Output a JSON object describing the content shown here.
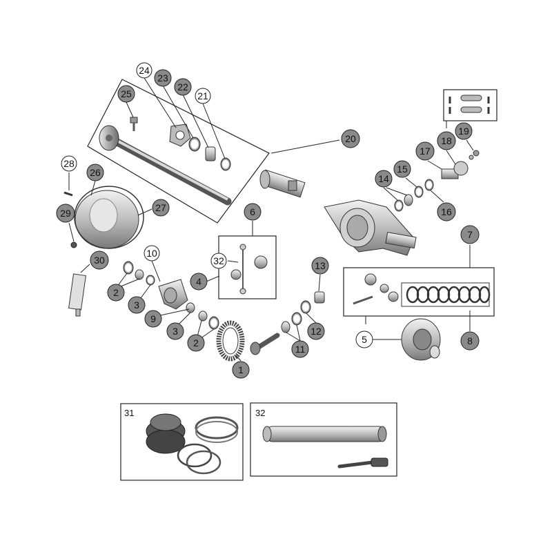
{
  "callouts": {
    "c1": "1",
    "c2a": "2",
    "c2b": "2",
    "c3a": "3",
    "c3b": "3",
    "c4": "4",
    "c5": "5",
    "c6": "6",
    "c7": "7",
    "c8": "8",
    "c9": "9",
    "c10": "10",
    "c11": "11",
    "c12": "12",
    "c13": "13",
    "c14": "14",
    "c15": "15",
    "c16": "16",
    "c17": "17",
    "c18": "18",
    "c19": "19",
    "c20": "20",
    "c21": "21",
    "c22": "22",
    "c23": "23",
    "c24": "24",
    "c25": "25",
    "c26": "26",
    "c27": "27",
    "c28": "28",
    "c29": "29",
    "c30": "30",
    "c32": "32"
  },
  "insets": {
    "i31": "31",
    "i32": "32"
  },
  "colors": {
    "filled_callout": "#8a8a8a",
    "open_callout": "#ffffff",
    "stroke": "#222222",
    "metal": "#c8c8c8",
    "dark_metal": "#6e6e6e"
  }
}
